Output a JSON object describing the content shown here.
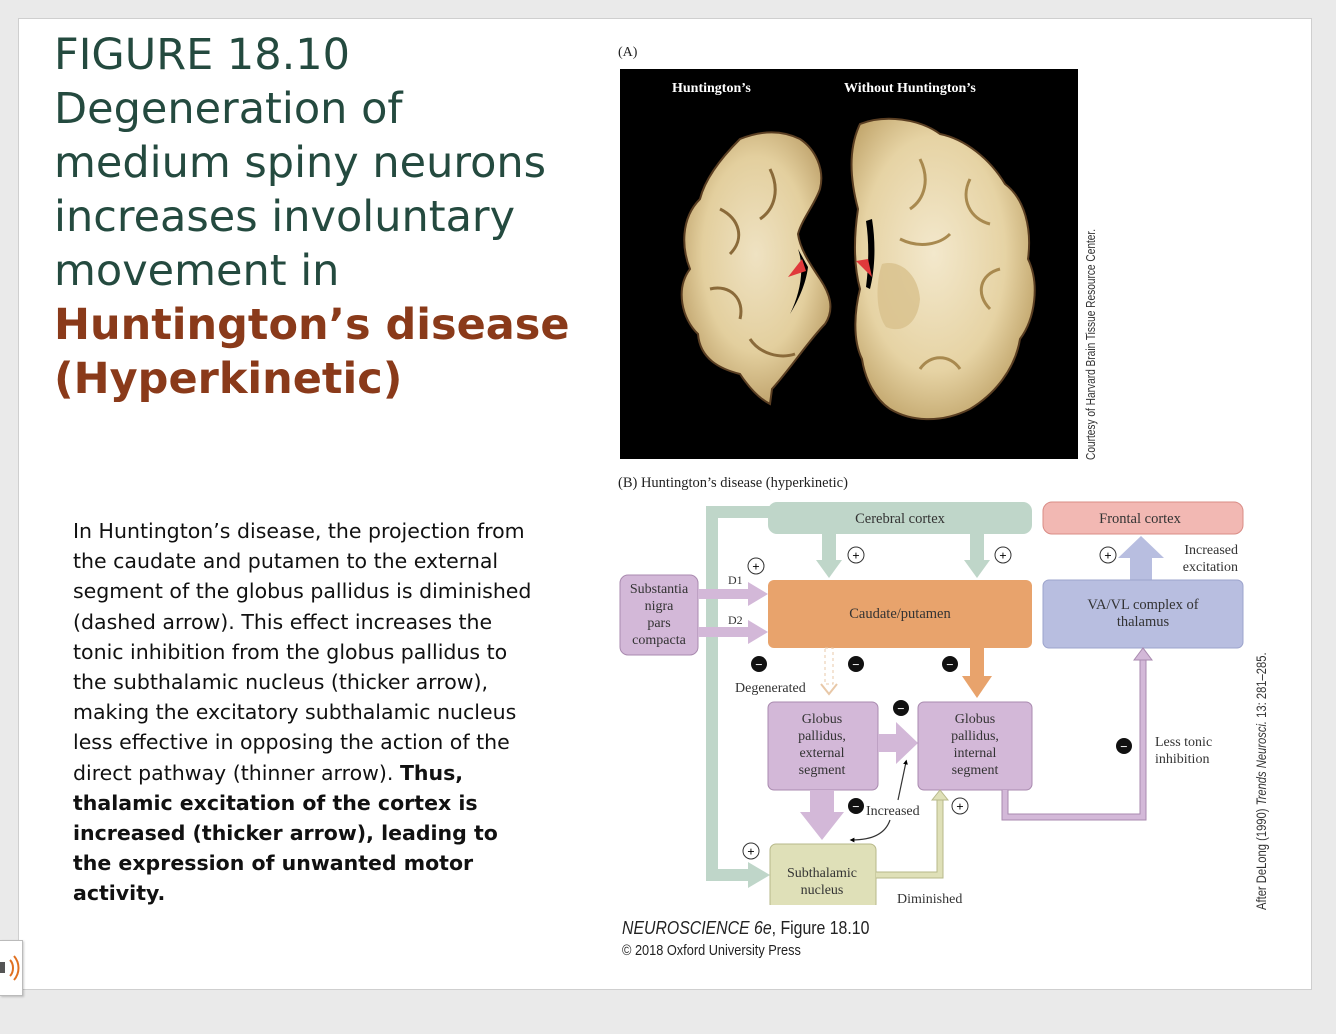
{
  "slide": {
    "title_line1": "FIGURE 18.10",
    "title_line2": "Degeneration of",
    "title_line3": "medium spiny neurons",
    "title_line4": "increases involuntary",
    "title_line5": "movement in",
    "title_accent1": "Huntington’s disease",
    "title_accent2": "(Hyperkinetic)",
    "body_normal": "In Huntington’s disease, the projection from the caudate and putamen to the external segment of the globus pallidus is diminished (dashed arrow). This effect increases the tonic inhibition from the globus pallidus to the subthalamic nucleus (thicker arrow), making the excitatory subthalamic nucleus less effective in opposing the action of the direct pathway (thinner arrow).",
    "body_bold": "Thus, thalamic excitation of the cortex is increased (thicker arrow), leading to the expression of unwanted motor activity."
  },
  "figure_a": {
    "label": "(A)",
    "caption_left": "Huntington’s",
    "caption_right": "Without Huntington’s",
    "credit": "Courtesy of Harvard Brain Tissue Resource Center."
  },
  "figure_b": {
    "label": "(B) Huntington’s disease (hyperkinetic)",
    "credit_prefix": "After DeLong (1990) ",
    "credit_journal": "Trends Neurosci.",
    "credit_suffix": " 13: 281–285.",
    "nodes": {
      "cerebral_cortex": "Cerebral cortex",
      "frontal_cortex": "Frontal cortex",
      "snpc_1": "Substantia",
      "snpc_2": "nigra",
      "snpc_3": "pars",
      "snpc_4": "compacta",
      "caudate": "Caudate/putamen",
      "thalamus_1": "VA/VL complex of",
      "thalamus_2": "thalamus",
      "gpe_1": "Globus",
      "gpe_2": "pallidus,",
      "gpe_3": "external",
      "gpe_4": "segment",
      "gpi_1": "Globus",
      "gpi_2": "pallidus,",
      "gpi_3": "internal",
      "gpi_4": "segment",
      "stn_1": "Subthalamic",
      "stn_2": "nucleus"
    },
    "labels": {
      "d1": "D1",
      "d2": "D2",
      "increased_excitation_1": "Increased",
      "increased_excitation_2": "excitation",
      "degenerated": "Degenerated",
      "increased": "Increased",
      "diminished": "Diminished",
      "less_tonic_1": "Less tonic",
      "less_tonic_2": "inhibition",
      "plus": "+",
      "minus": "−"
    },
    "colors": {
      "cortex": "#bfd6c9",
      "frontal": "#f2b8b3",
      "caudate": "#e8a36c",
      "thalamus": "#b8bee0",
      "pallidus": "#d3b8d8",
      "snpc": "#d3b8d8",
      "stn": "#dfe0b8"
    }
  },
  "footer": {
    "book": "NEUROSCIENCE 6e",
    "figure": ", Figure 18.10",
    "copyright": "© 2018 Oxford University Press"
  }
}
